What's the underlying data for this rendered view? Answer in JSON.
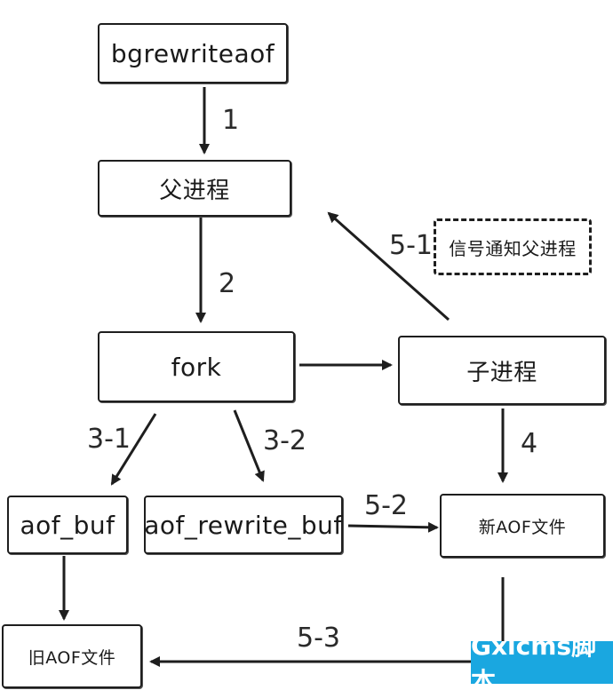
{
  "nodes": {
    "bgrewriteaof": "bgrewriteaof",
    "parent": "父进程",
    "fork": "fork",
    "child": "子进程",
    "signal": "信号通知父进程",
    "aof_buf": "aof_buf",
    "aof_rewrite_buf": "aof_rewrite_buf",
    "new_aof": "新AOF文件",
    "old_aof": "旧AOF文件"
  },
  "edge_labels": {
    "e1": "1",
    "e2": "2",
    "e3_1": "3-1",
    "e3_2": "3-2",
    "e4": "4",
    "e5_1": "5-1",
    "e5_2": "5-2",
    "e5_3": "5-3"
  },
  "watermark": "Gxlcms脚本"
}
